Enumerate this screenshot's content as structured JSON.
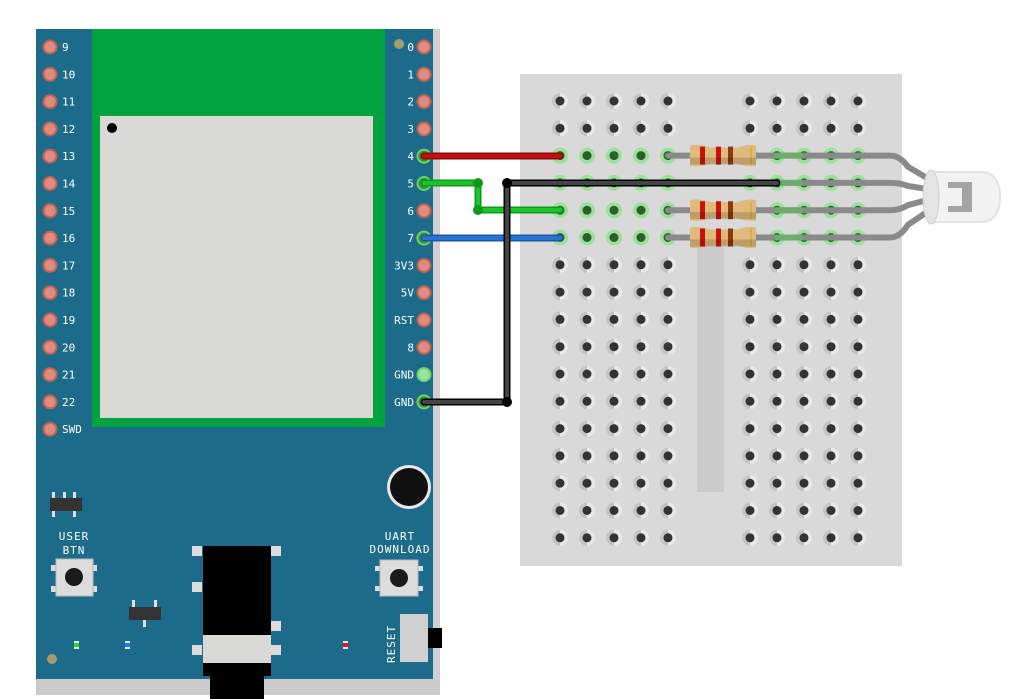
{
  "board": {
    "name": "Microcontroller dev board",
    "left_pins": [
      "9",
      "10",
      "11",
      "12",
      "13",
      "14",
      "15",
      "16",
      "17",
      "18",
      "19",
      "20",
      "21",
      "22",
      "SWD"
    ],
    "right_pins": [
      "0",
      "1",
      "2",
      "3",
      "4",
      "5",
      "6",
      "7",
      "3V3",
      "5V",
      "RST",
      "8",
      "GND",
      "GND"
    ],
    "connected_right_pins": [
      "4",
      "5",
      "7",
      "GND#2"
    ],
    "labels": {
      "user_btn_line1": "USER",
      "user_btn_line2": "BTN",
      "uart_line1": "UART",
      "uart_line2": "DOWNLOAD",
      "reset": "RESET"
    },
    "leds": [
      {
        "name": "green-led",
        "color": "#22dd22"
      },
      {
        "name": "blue-led",
        "color": "#2277ff"
      },
      {
        "name": "red-led",
        "color": "#ee1111"
      }
    ],
    "colors": {
      "pcb": "#1c6b8a",
      "module": "#00a33f",
      "chip": "#d8d8d4",
      "pin_idle": "#e08a84",
      "pin_connected": "#6ad36a"
    }
  },
  "breadboard": {
    "rows": 17,
    "columns_per_side": 5,
    "highlighted_rows": [
      2,
      3,
      4,
      5
    ]
  },
  "components": {
    "resistors": [
      {
        "row": 2,
        "bands": [
          "#cc1111",
          "#cc1111",
          "#8b3a0f",
          "#d4b048"
        ]
      },
      {
        "row": 4,
        "bands": [
          "#cc1111",
          "#cc1111",
          "#8b3a0f",
          "#d4b048"
        ]
      },
      {
        "row": 5,
        "bands": [
          "#cc1111",
          "#cc1111",
          "#8b3a0f",
          "#d4b048"
        ]
      }
    ],
    "rgb_led": {
      "name": "RGB LED (common cathode)",
      "legs": 4
    }
  },
  "wires": [
    {
      "name": "red-wire",
      "from": "pin 4",
      "to": "breadboard row 3",
      "color": "#c01010"
    },
    {
      "name": "green-wire",
      "from": "pin 5",
      "to": "breadboard row 5",
      "color": "#1cc42a"
    },
    {
      "name": "blue-wire",
      "from": "pin 7",
      "to": "breadboard row 6",
      "color": "#2a72d2"
    },
    {
      "name": "black-wire",
      "from": "GND",
      "to": "breadboard row 4 (right)",
      "color": "#333333"
    }
  ]
}
